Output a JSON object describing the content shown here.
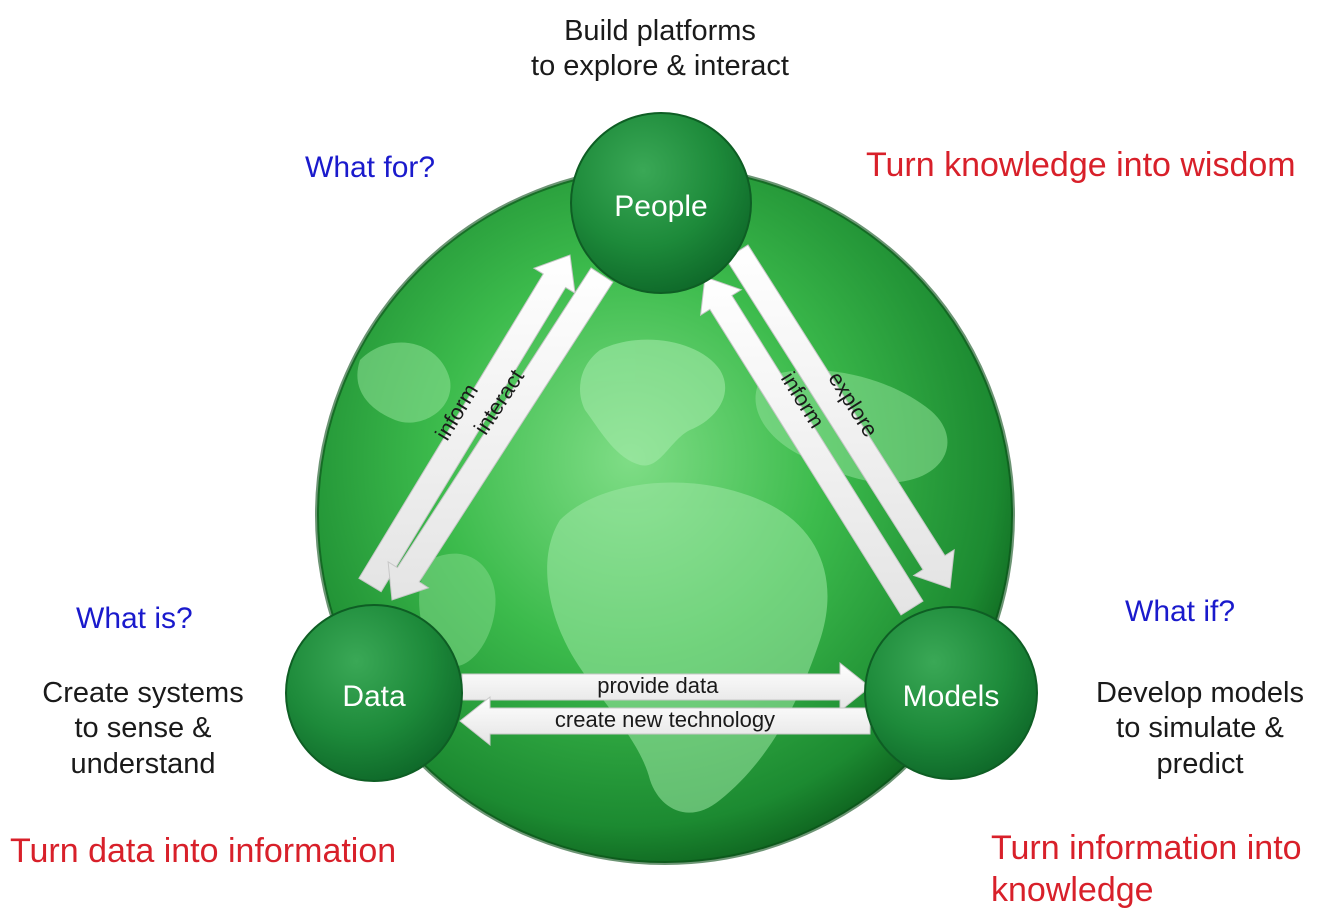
{
  "colors": {
    "globe_light": "#5fd06a",
    "globe_mid": "#2da53c",
    "globe_dark": "#0d5f1f",
    "node_fill": "#1f8a3c",
    "question_blue": "#1a1acc",
    "motto_red": "#d8202a",
    "text_dark": "#1a1a1a"
  },
  "top_caption": {
    "line1": "Build platforms",
    "line2": "to explore & interact"
  },
  "left_caption": {
    "line1": "Create systems",
    "line2": "to sense  &",
    "line3": "understand"
  },
  "right_caption": {
    "line1": "Develop models",
    "line2": "to simulate &",
    "line3": "predict"
  },
  "questions": {
    "people": "What for?",
    "data": "What is?",
    "models": "What if?"
  },
  "mottos": {
    "people": "Turn knowledge into wisdom",
    "data": "Turn data into information",
    "models_line1": "Turn information into",
    "models_line2": "knowledge"
  },
  "nodes": {
    "people": "People",
    "data": "Data",
    "models": "Models"
  },
  "arrows": {
    "data_to_people": "inform",
    "people_to_data": "interact",
    "people_to_models": "explore",
    "models_to_people": "inform",
    "data_to_models": "provide data",
    "models_to_data": "create new technology"
  }
}
